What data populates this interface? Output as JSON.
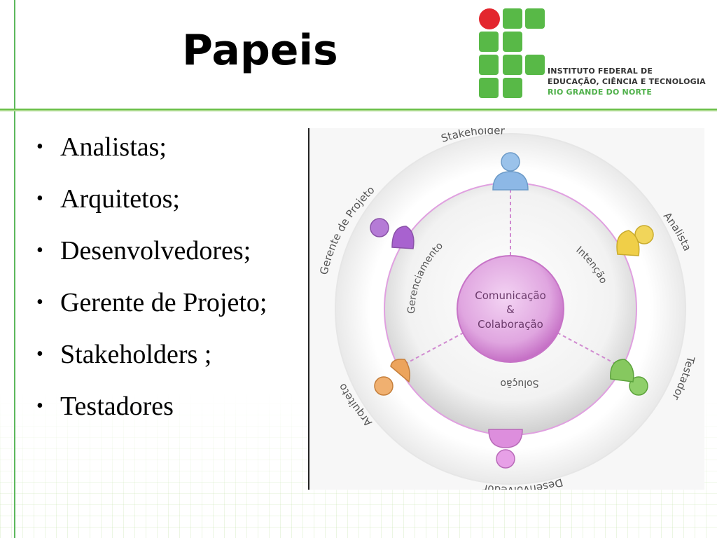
{
  "slide": {
    "title": "Papeis",
    "institution": {
      "line1": "INSTITUTO FEDERAL DE",
      "line2": "EDUCAÇÃO, CIÊNCIA E TECNOLOGIA",
      "line3": "RIO GRANDE DO NORTE"
    },
    "bullets": [
      "Analistas;",
      "Arquitetos;",
      "Desenvolvedores;",
      "Gerente de Projeto;",
      "Stakeholders ;",
      "Testadores"
    ]
  },
  "diagram": {
    "center_line1": "Comunicação",
    "center_line2": "&",
    "center_line3": "Colaboração",
    "inner": {
      "gerenciamento": "Gerenciamento",
      "intencao": "Intenção",
      "solucao": "Solução"
    },
    "roles": {
      "stakeholder": "Stakeholder",
      "analista": "Analista",
      "testador": "Testador",
      "desenvolvedor": "Desenvolvedor",
      "arquiteto": "Arquiteto",
      "gerente": "Gerente de Projeto"
    },
    "colors": {
      "accent_green": "#5cb85c",
      "logo_red": "#e3262e",
      "center_purple": "#cc66cc"
    }
  }
}
